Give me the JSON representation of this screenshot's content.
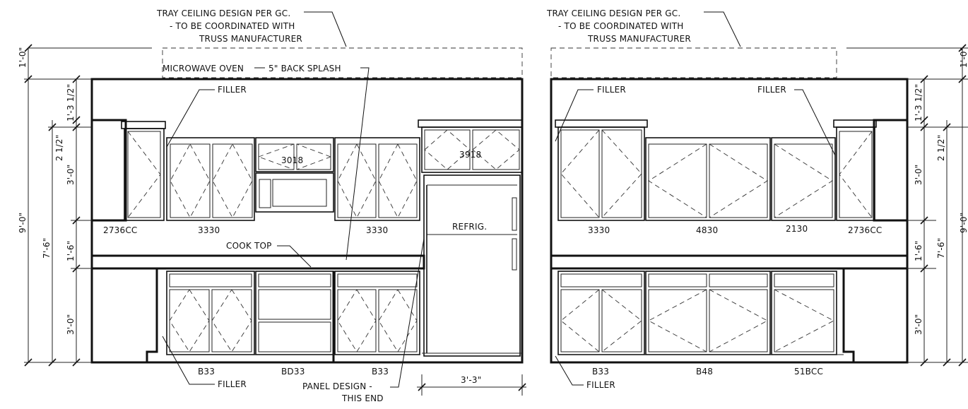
{
  "left_elevation": {
    "tray_note": [
      "TRAY CEILING DESIGN PER GC.",
      "- TO BE COORDINATED WITH",
      "TRUSS MANUFACTURER"
    ],
    "microwave_label": "MICROWAVE OVEN",
    "backsplash_label": "5\" BACK SPLASH",
    "filler_top": "FILLER",
    "upper_codes": [
      "2736CC",
      "3330",
      "3018",
      "3330",
      "3918"
    ],
    "refrig_label": "REFRIG.",
    "cooktop_label": "COOK TOP",
    "base_codes": [
      "B33",
      "BD33",
      "B33"
    ],
    "filler_bottom": "FILLER",
    "panel_note": [
      "PANEL DESIGN -",
      "THIS END"
    ],
    "dim_refrig_width": "3'-3\"",
    "dims": {
      "outer_top": "1'-0\"",
      "total": "9'-0\"",
      "upper_offset": "7'-6\"",
      "soffit": "1'-3 1/2\"",
      "crown": "2 1/2\"",
      "upper_height": "3'-0\"",
      "gap": "1'-6\"",
      "base_height": "3'-0\""
    }
  },
  "right_elevation": {
    "tray_note": [
      "TRAY CEILING DESIGN PER GC.",
      "- TO BE COORDINATED WITH",
      "TRUSS MANUFACTURER"
    ],
    "filler_left": "FILLER",
    "filler_right": "FILLER",
    "upper_codes": [
      "3330",
      "4830",
      "2130",
      "2736CC"
    ],
    "base_codes": [
      "B33",
      "B48",
      "51BCC"
    ],
    "filler_bottom": "FILLER",
    "dims": {
      "outer_top": "1'-0\"",
      "soffit": "1'-3 1/2\"",
      "crown": "2 1/2\"",
      "upper_height": "3'-0\"",
      "gap": "1'-6\"",
      "base_height": "3'-0\"",
      "upper_offset": "7'-6\"",
      "total": "9'-0\""
    }
  }
}
